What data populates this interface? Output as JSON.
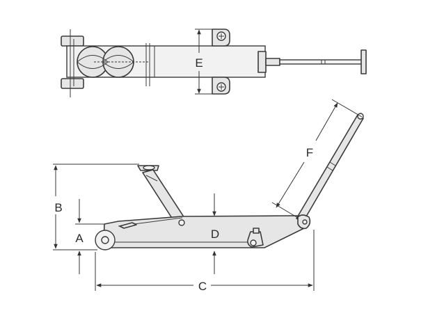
{
  "diagram": {
    "labels": {
      "A": "A",
      "B": "B",
      "C": "C",
      "D": "D",
      "E": "E",
      "F": "F"
    },
    "colors": {
      "line": "#3a3a3a",
      "fill": "#e6e6e6",
      "background": "#ffffff"
    }
  }
}
